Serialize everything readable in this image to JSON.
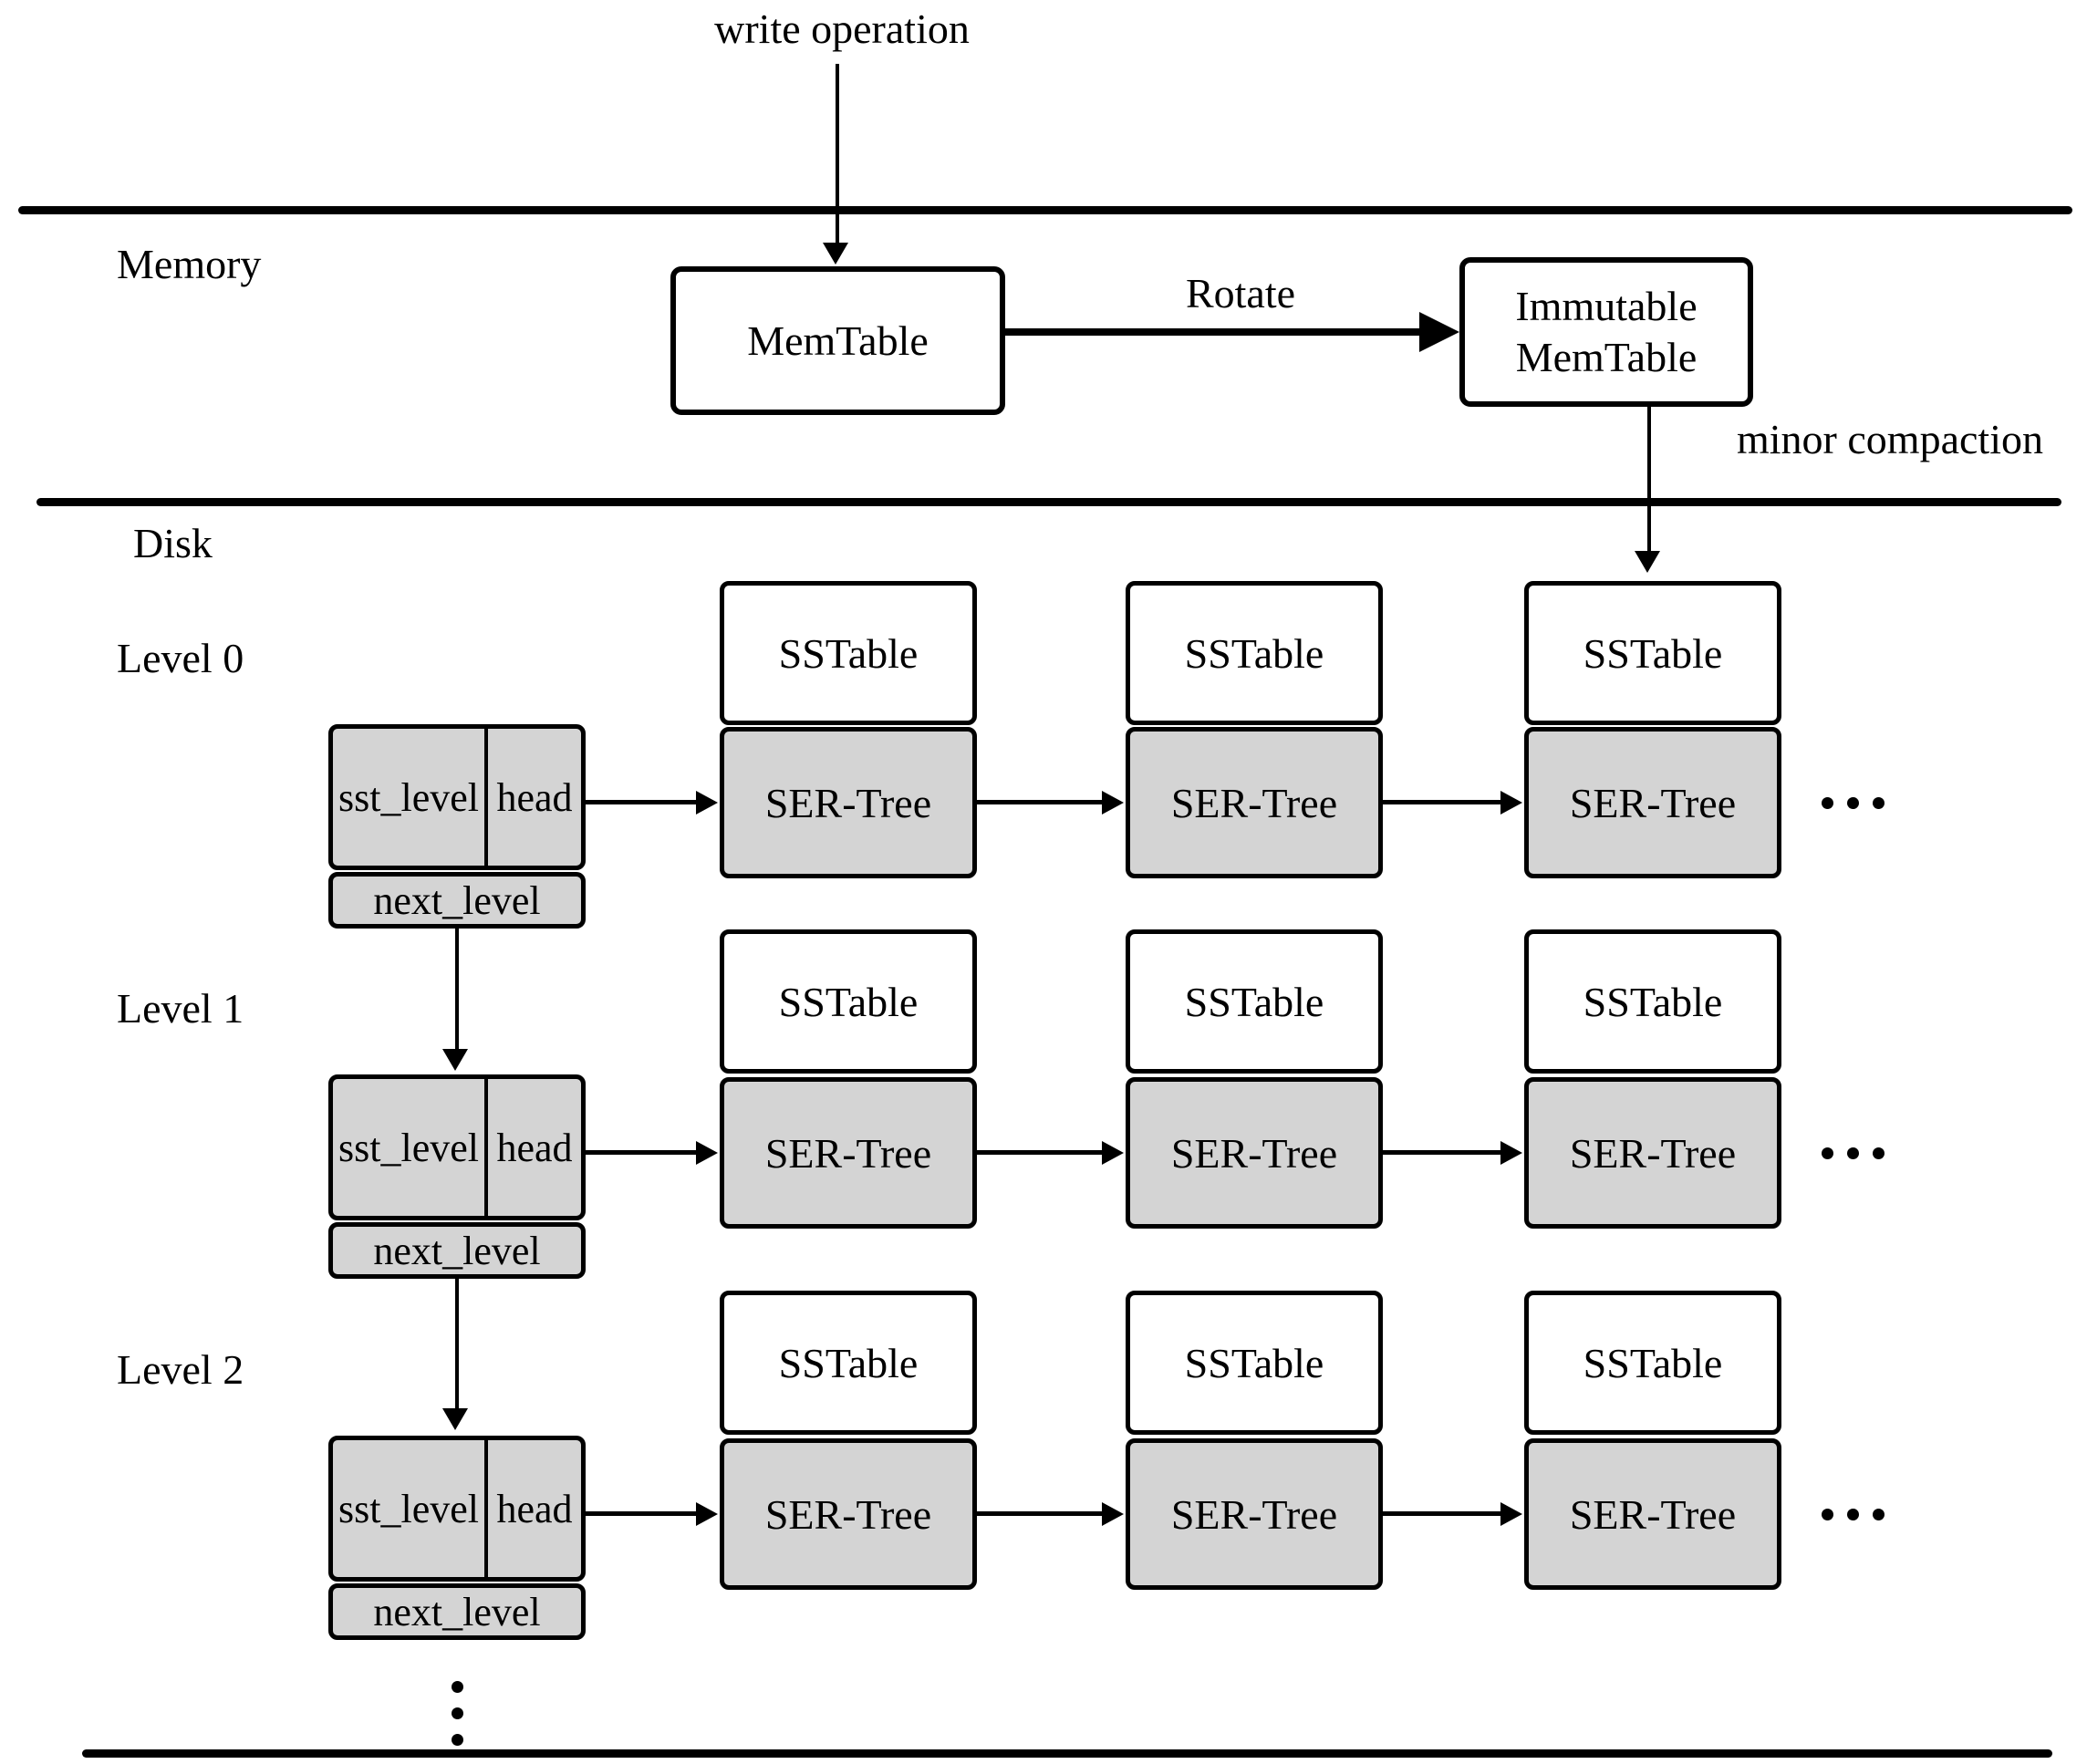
{
  "labels": {
    "write_operation": "write operation",
    "memory": "Memory",
    "disk": "Disk",
    "rotate": "Rotate",
    "minor_compaction": "minor compaction"
  },
  "memtable": {
    "label": "MemTable"
  },
  "immutable_memtable": {
    "line1": "Immutable",
    "line2": "MemTable"
  },
  "levels": [
    {
      "label": "Level 0",
      "pointer": {
        "sst_level": "sst_level",
        "head": "head",
        "next_level": "next_level"
      },
      "stacks": [
        {
          "sstable": "SSTable",
          "ser_tree": "SER-Tree"
        },
        {
          "sstable": "SSTable",
          "ser_tree": "SER-Tree"
        },
        {
          "sstable": "SSTable",
          "ser_tree": "SER-Tree"
        }
      ]
    },
    {
      "label": "Level 1",
      "pointer": {
        "sst_level": "sst_level",
        "head": "head",
        "next_level": "next_level"
      },
      "stacks": [
        {
          "sstable": "SSTable",
          "ser_tree": "SER-Tree"
        },
        {
          "sstable": "SSTable",
          "ser_tree": "SER-Tree"
        },
        {
          "sstable": "SSTable",
          "ser_tree": "SER-Tree"
        }
      ]
    },
    {
      "label": "Level 2",
      "pointer": {
        "sst_level": "sst_level",
        "head": "head",
        "next_level": "next_level"
      },
      "stacks": [
        {
          "sstable": "SSTable",
          "ser_tree": "SER-Tree"
        },
        {
          "sstable": "SSTable",
          "ser_tree": "SER-Tree"
        },
        {
          "sstable": "SSTable",
          "ser_tree": "SER-Tree"
        }
      ]
    }
  ],
  "icons": {
    "more_sstables": "horizontal-ellipsis-dots",
    "more_levels": "vertical-ellipsis-dots"
  },
  "colors": {
    "gray_fill": "#d4d4d4",
    "white_fill": "#ffffff",
    "stroke": "#000000"
  }
}
